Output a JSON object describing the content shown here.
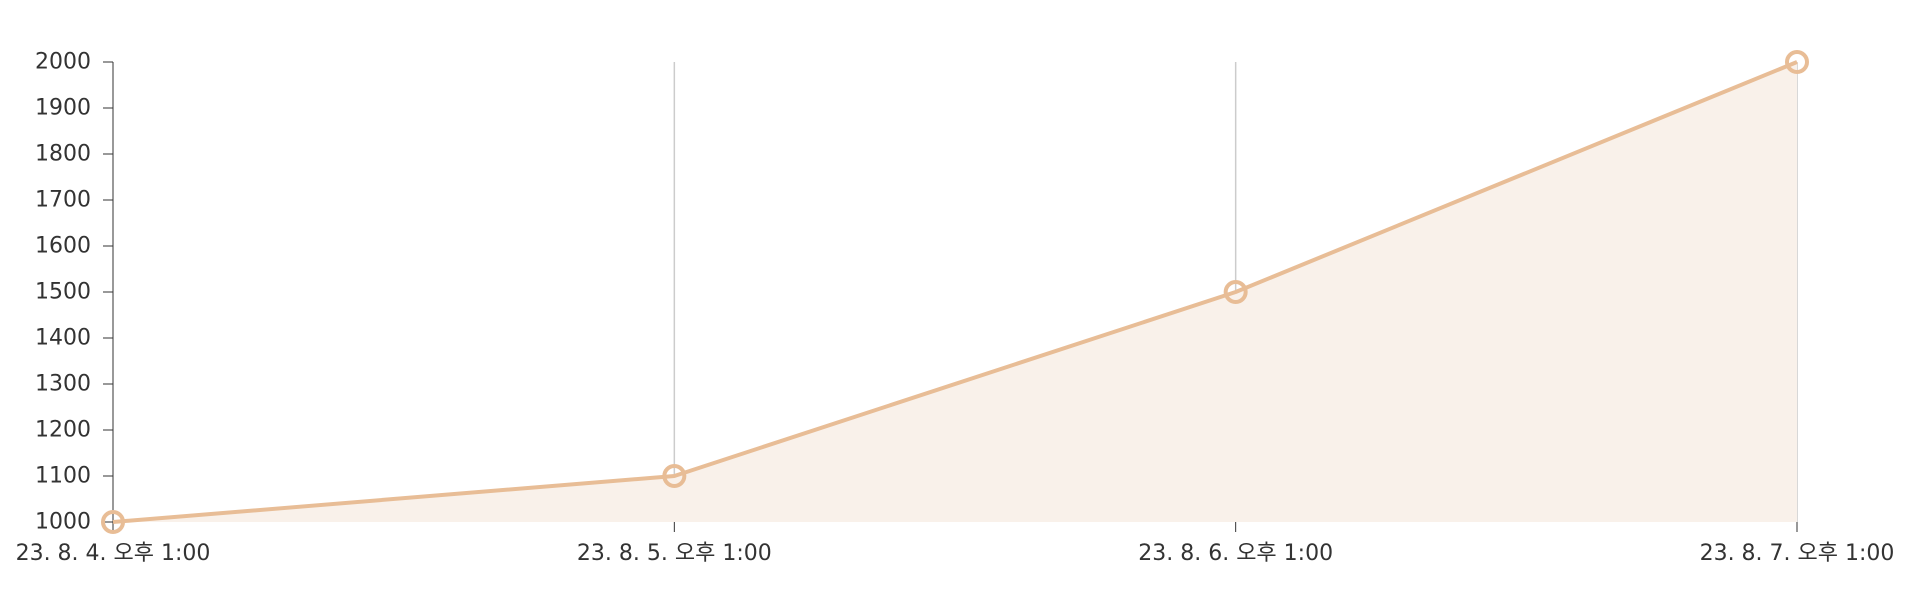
{
  "chart_data": {
    "type": "area",
    "title": "",
    "xlabel": "",
    "ylabel": "",
    "x": [
      "23. 8. 4. 오후 1:00",
      "23. 8. 5. 오후 1:00",
      "23. 8. 6. 오후 1:00",
      "23. 8. 7. 오후 1:00"
    ],
    "series": [
      {
        "values": [
          1000,
          1100,
          1500,
          2000
        ]
      }
    ],
    "ylim": [
      1000,
      2000
    ],
    "yticks": [
      1000,
      1100,
      1200,
      1300,
      1400,
      1500,
      1600,
      1700,
      1800,
      1900,
      2000
    ],
    "grid": "vertical",
    "legend": "none",
    "colors": {
      "line": "#E8BD96",
      "fill": "#F9F1EA",
      "grid": "#CCCCCC",
      "axis": "#333333",
      "text": "#333333"
    }
  }
}
